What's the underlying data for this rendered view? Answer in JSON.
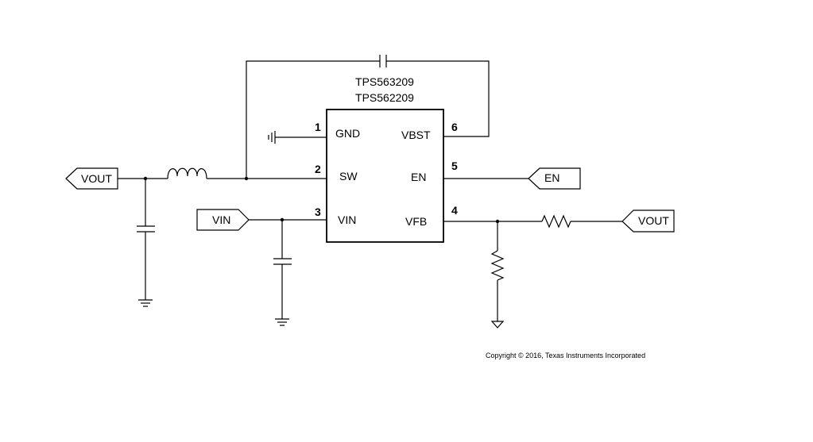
{
  "ic": {
    "part_numbers": [
      "TPS563209",
      "TPS562209"
    ],
    "pins": [
      {
        "number": "1",
        "name": "GND"
      },
      {
        "number": "2",
        "name": "SW"
      },
      {
        "number": "3",
        "name": "VIN"
      },
      {
        "number": "6",
        "name": "VBST"
      },
      {
        "number": "5",
        "name": "EN"
      },
      {
        "number": "4",
        "name": "VFB"
      }
    ]
  },
  "ports": {
    "vout_left": "VOUT",
    "vin": "VIN",
    "en": "EN",
    "vout_right": "VOUT"
  },
  "copyright": "Copyright © 2016, Texas Instruments Incorporated"
}
